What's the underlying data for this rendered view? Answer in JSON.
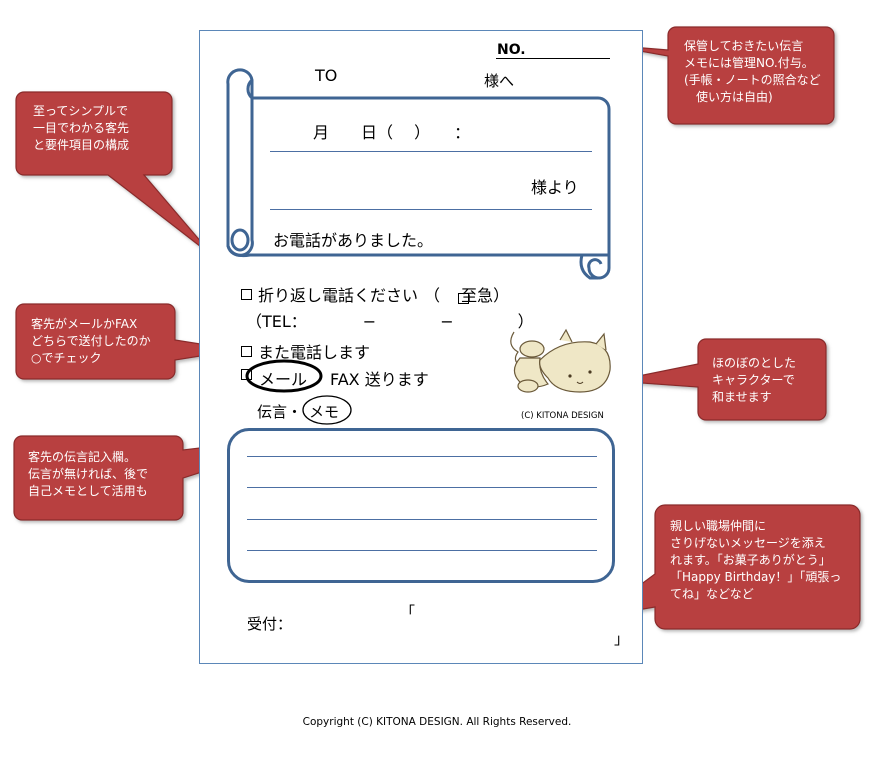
{
  "memo": {
    "no_label": "NO.",
    "to_label": "TO",
    "sama_e": "様へ",
    "date_line": "月　　日（　 ）　　：",
    "sama_yori": "様より",
    "phone_call": "お電話がありました。",
    "callback_label": "折り返し電話ください",
    "urgent_label": "（　 至急）",
    "tel_line": "（TEL：　　　　−　　　　−　　　　）",
    "call_again_label": "また電話します",
    "mail_label": "メール",
    "fax_label": "FAX 送ります",
    "dengon_label": "伝言・",
    "memo_label": "メモ",
    "character_credit": "(C) KITONA DESIGN",
    "uketsuke_label": "受付：",
    "bracket_open": "「",
    "bracket_close": "」"
  },
  "callouts": {
    "top_right": [
      "保管しておきたい伝言",
      "メモには管理NO.付与。",
      "(手帳・ノートの照合など",
      "　使い方は自由)"
    ],
    "top_left": [
      "至ってシンプルで",
      "一目でわかる客先",
      "と要件項目の構成"
    ],
    "mid_left": [
      "客先がメールかFAX",
      "どちらで送付したのか",
      "○でチェック"
    ],
    "mid_right": [
      "ほのぼのとした",
      "キャラクターで",
      "和ませます"
    ],
    "bottom_left": [
      "客先の伝言記入欄。",
      "伝言が無ければ、後で",
      "自己メモとして活用も"
    ],
    "bottom_right": [
      "親しい職場仲間に",
      "さりげないメッセージを添え",
      "れます。「お菓子ありがとう」",
      "「Happy Birthday！」「頑張っ",
      "てね」などなど"
    ]
  },
  "colors": {
    "callout_fill": "#b84040",
    "callout_stroke": "#8a2a2a",
    "scroll_stroke": "#3f6593"
  },
  "footer": {
    "copyright": "Copyright (C) KITONA DESIGN. All Rights Reserved."
  }
}
